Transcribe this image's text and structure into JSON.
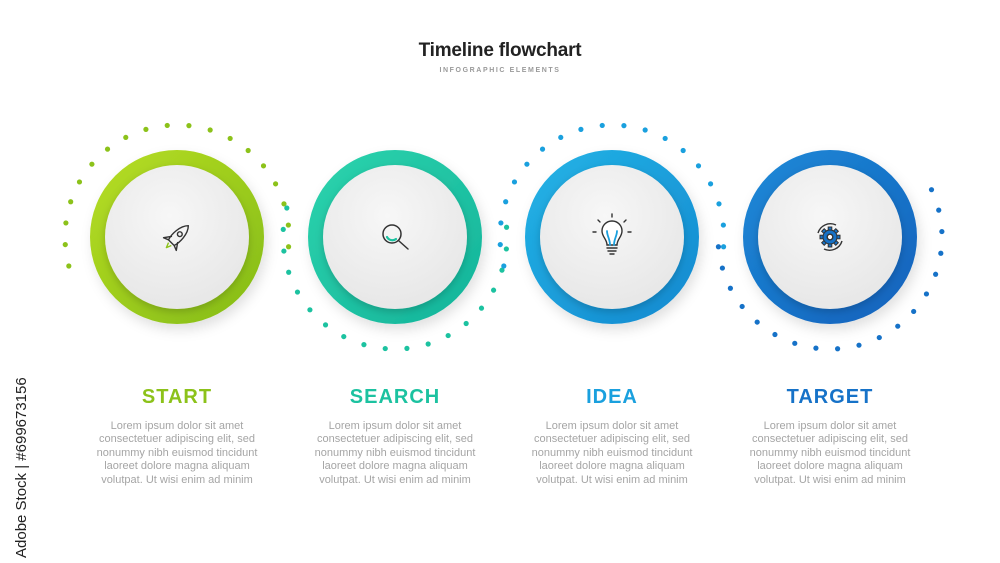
{
  "header": {
    "title": "Timeline flowchart",
    "subtitle": "INFOGRAPHIC ELEMENTS"
  },
  "side_credit": "Adobe Stock | #699673156",
  "steps": [
    {
      "title": "START",
      "color": "#8cc21a",
      "ring_from": "#b7de23",
      "ring_to": "#84bb17",
      "icon": "rocket-icon",
      "dots": "top-left",
      "lines": [
        "Lorem ipsum dolor sit amet",
        "consectetuer adipiscing elit, sed",
        "nonummy nibh euismod tincidunt",
        "laoreet dolore magna aliquam",
        "volutpat. Ut wisi enim ad minim"
      ]
    },
    {
      "title": "SEARCH",
      "color": "#1cc2a0",
      "ring_from": "#2dd4ad",
      "ring_to": "#13b39a",
      "icon": "magnifier-icon",
      "dots": "bottom-left",
      "lines": [
        "Lorem ipsum dolor sit amet",
        "consectetuer adipiscing elit, sed",
        "nonummy nibh euismod tincidunt",
        "laoreet dolore magna aliquam",
        "volutpat. Ut wisi enim ad minim"
      ]
    },
    {
      "title": "IDEA",
      "color": "#1aa0de",
      "ring_from": "#23b4e6",
      "ring_to": "#1488cf",
      "icon": "lightbulb-icon",
      "dots": "top-left",
      "lines": [
        "Lorem ipsum dolor sit amet",
        "consectetuer adipiscing elit, sed",
        "nonummy nibh euismod tincidunt",
        "laoreet dolore magna aliquam",
        "volutpat. Ut wisi enim ad minim"
      ]
    },
    {
      "title": "TARGET",
      "color": "#1672c8",
      "ring_from": "#1e8ad8",
      "ring_to": "#1160bb",
      "icon": "gear-icon",
      "dots": "bottom-right",
      "lines": [
        "Lorem ipsum dolor sit amet",
        "consectetuer adipiscing elit, sed",
        "nonummy nibh euismod tincidunt",
        "laoreet dolore magna aliquam",
        "volutpat. Ut wisi enim ad minim"
      ]
    }
  ]
}
